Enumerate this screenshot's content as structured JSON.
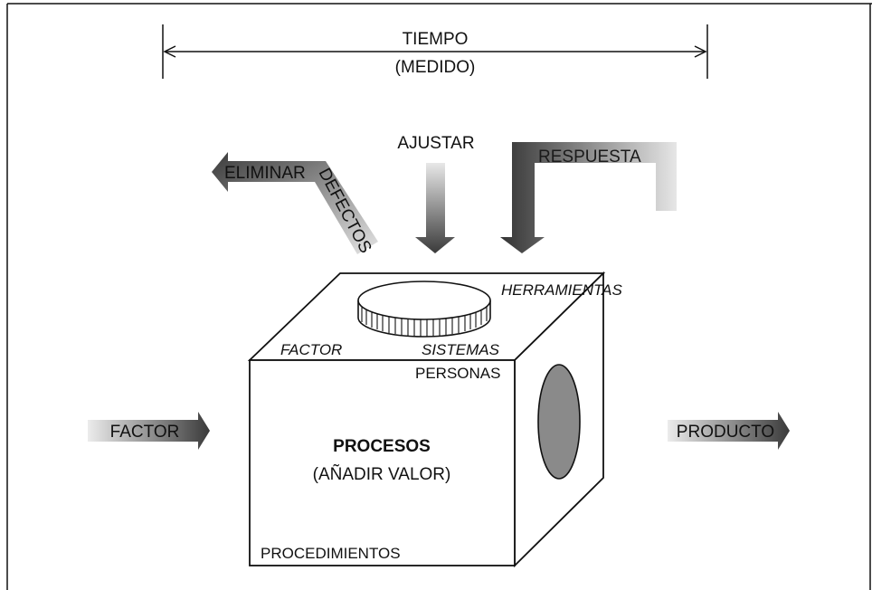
{
  "timeline": {
    "label": "TIEMPO",
    "sublabel": "(MEDIDO)"
  },
  "arrows": {
    "adjust": "AJUSTAR",
    "eliminate": "ELIMINAR",
    "defects": "DEFECTOS",
    "feedback": "RESPUESTA",
    "input": "FACTOR",
    "output": "PRODUCTO"
  },
  "box": {
    "title": "PROCESOS",
    "subtitle": "(AÑADIR VALOR)",
    "top_left": "FACTOR",
    "top_right": "HERRAMIENTAS",
    "top_front": "SISTEMAS",
    "people": "PERSONAS",
    "procedures": "PROCEDIMIENTOS"
  },
  "colors": {
    "ink": "#111111",
    "arrow_dark": "#3a3a3a",
    "arrow_light": "#e6e6e6",
    "lens_fill": "#8a8a8a"
  }
}
